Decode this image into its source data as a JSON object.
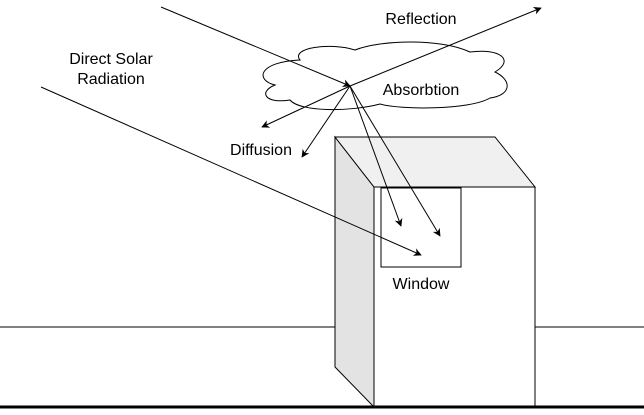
{
  "diagram": {
    "labels": {
      "direct_solar_line1": "Direct Solar",
      "direct_solar_line2": "Radiation",
      "reflection": "Reflection",
      "absorption": "Absorbtion",
      "diffusion": "Diffusion",
      "window": "Window"
    },
    "colors": {
      "stroke": "#000000",
      "building_side": "#e3e3e3",
      "building_roof": "#f0f0f0",
      "building_front": "#ffffff",
      "background": "#ffffff"
    }
  }
}
